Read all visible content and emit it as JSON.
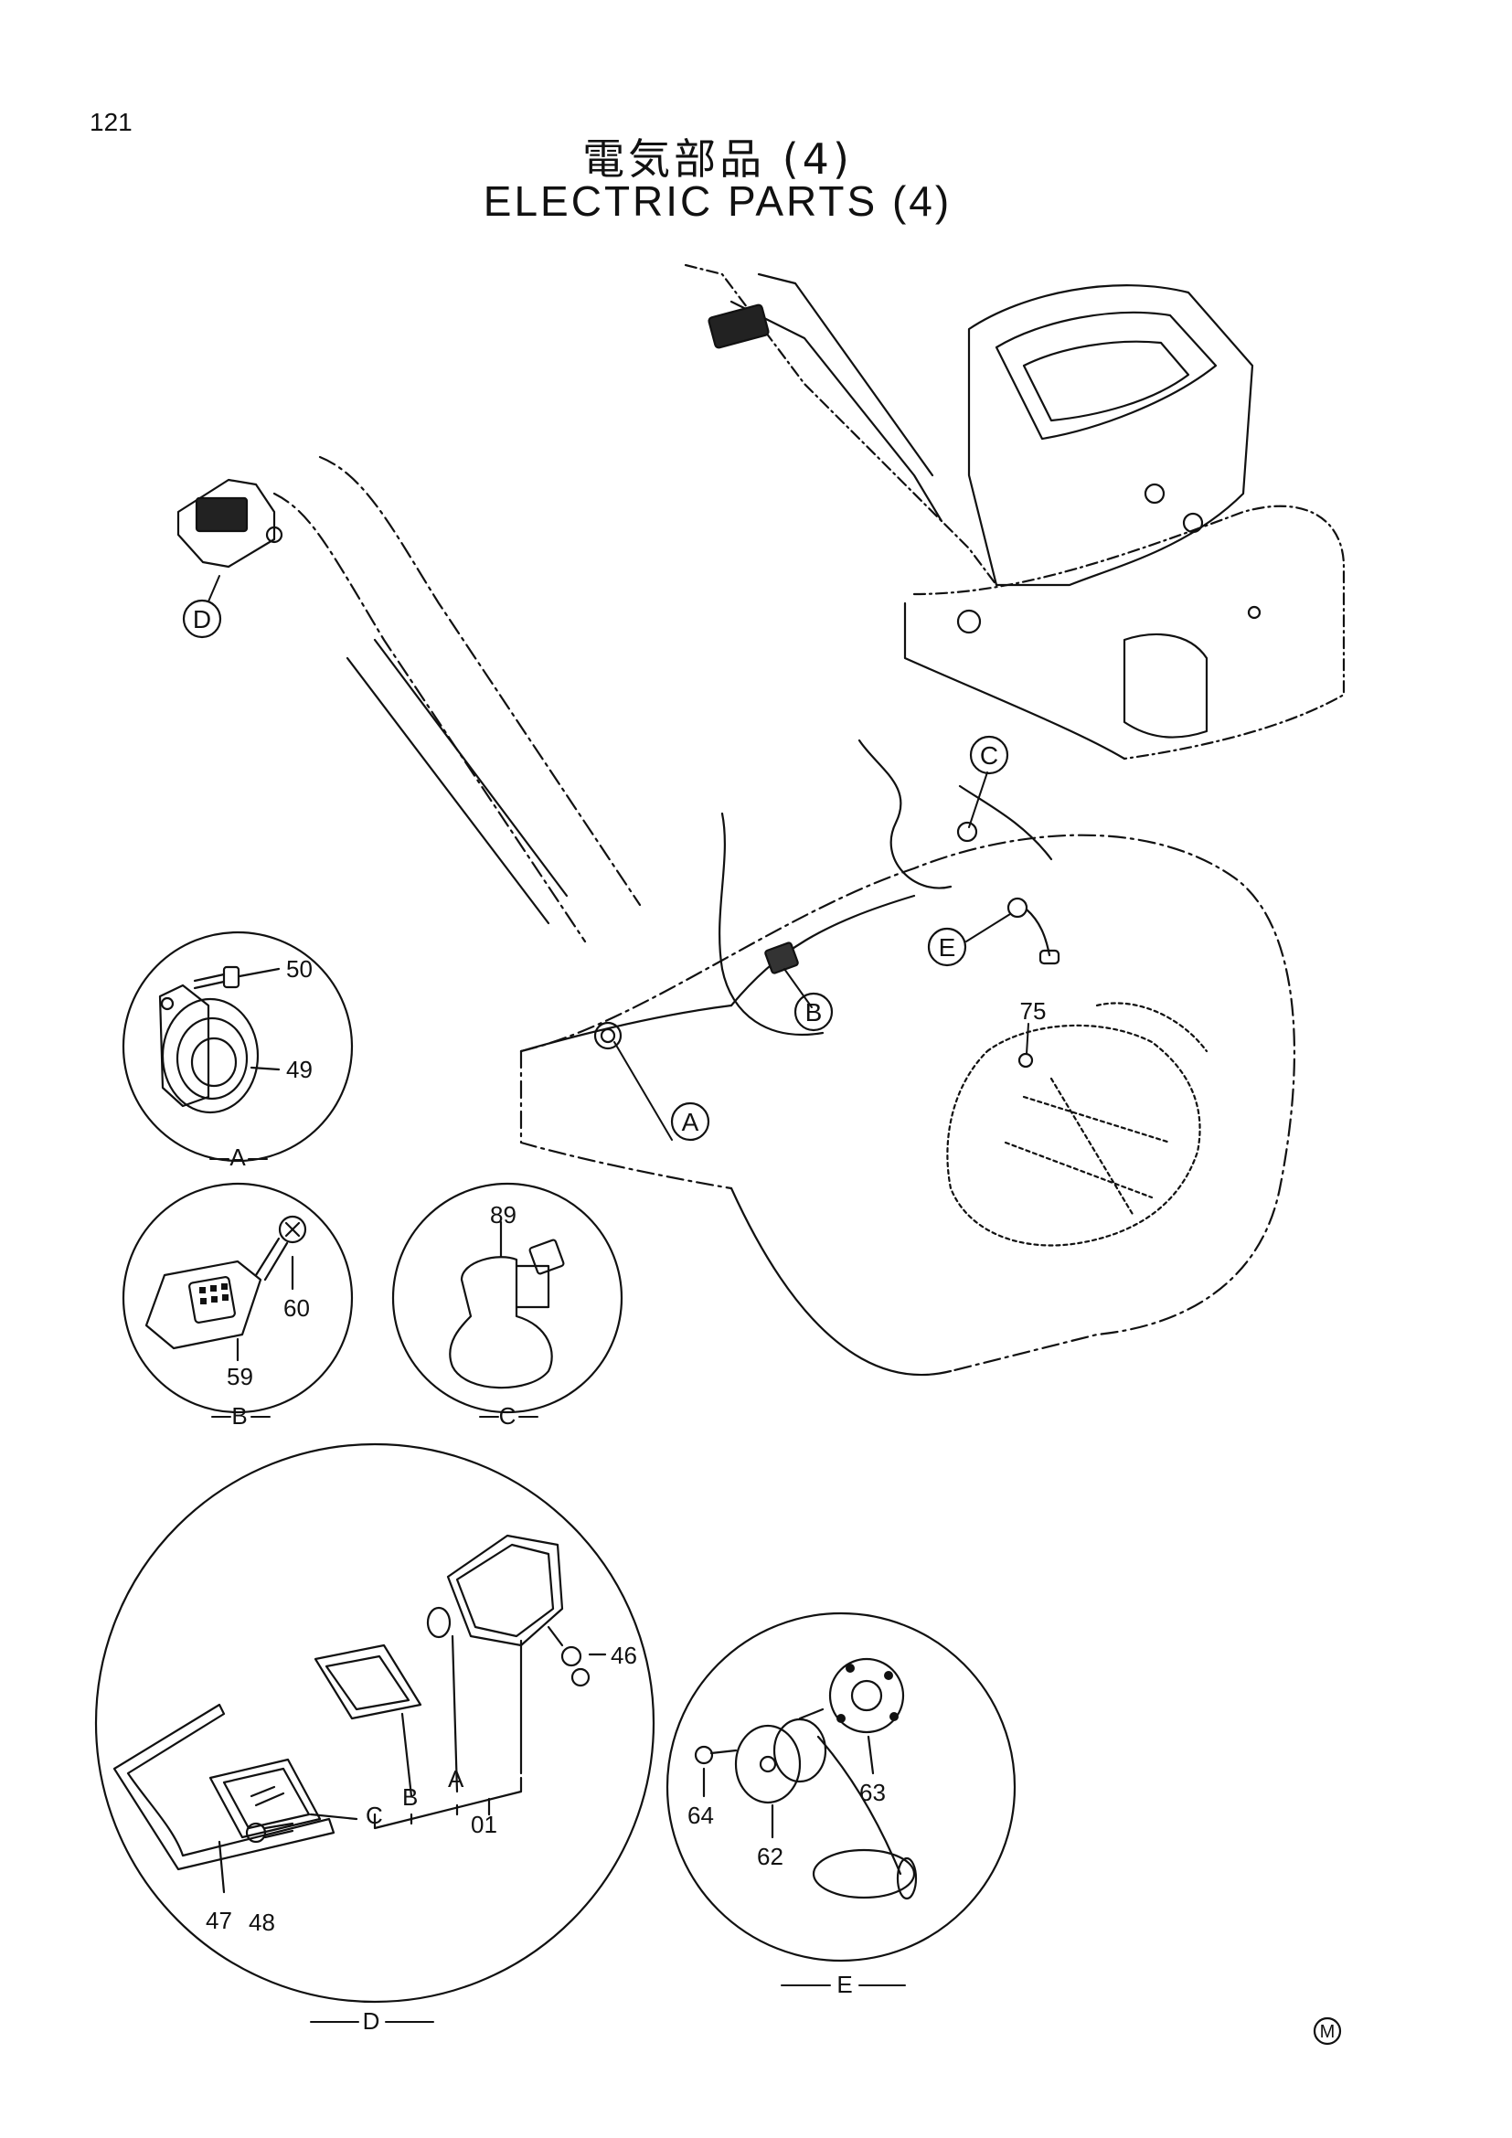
{
  "page_number": "121",
  "title_jp": "電気部品 (4)",
  "title_en": "ELECTRIC PARTS (4)",
  "callouts": [
    "A",
    "B",
    "C",
    "D",
    "E"
  ],
  "detail_labels": {
    "A": "A",
    "B": "B",
    "C": "C",
    "D": "D",
    "E": "E"
  },
  "part_numbers": {
    "p50": "50",
    "p49": "49",
    "p60": "60",
    "p59": "59",
    "p89": "89",
    "p75": "75",
    "p46": "46",
    "p47": "47",
    "p48": "48",
    "p01": "01",
    "pA": "A",
    "pB": "B",
    "pC": "C",
    "p64": "64",
    "p62": "62",
    "p63": "63"
  },
  "mark": "M"
}
